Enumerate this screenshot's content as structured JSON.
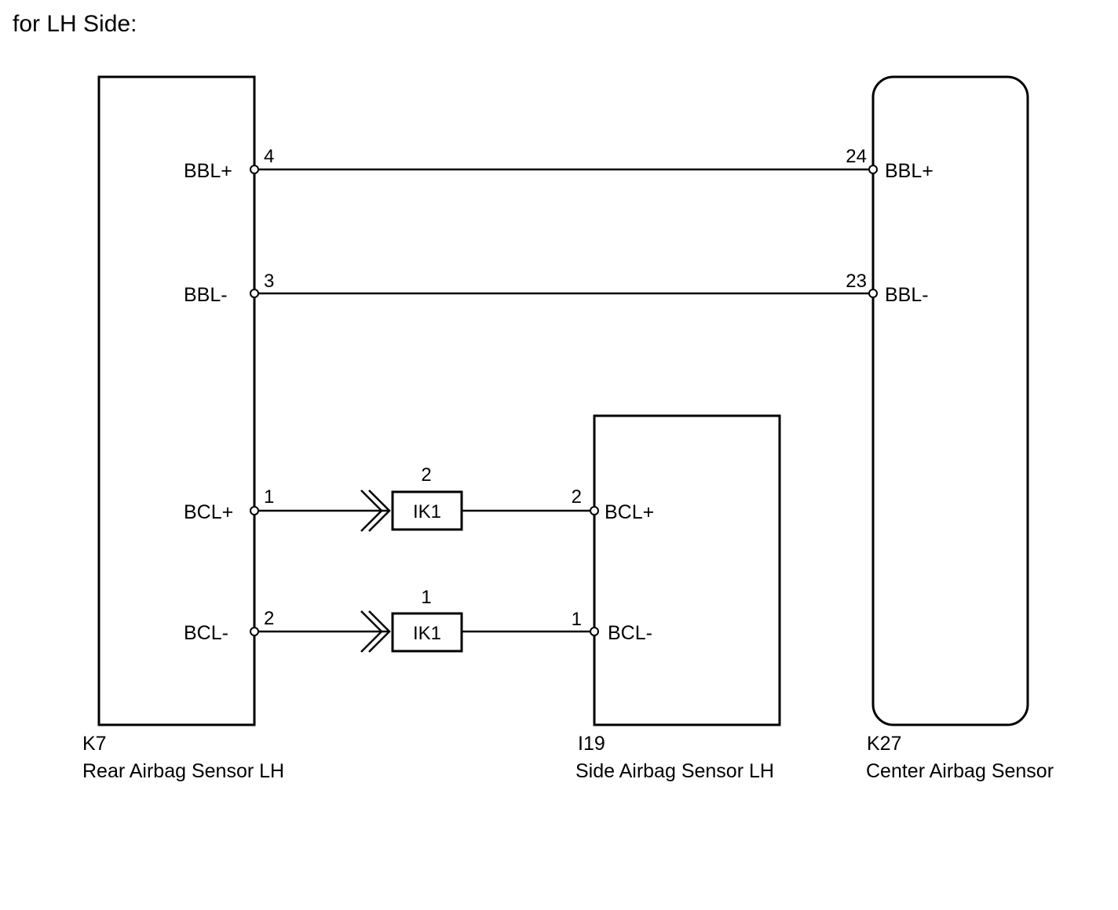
{
  "title": "for LH Side:",
  "components": {
    "k7": {
      "code": "K7",
      "name": "Rear Airbag Sensor LH",
      "pins": {
        "bbl_plus": {
          "label": "BBL+",
          "num": "4"
        },
        "bbl_minus": {
          "label": "BBL-",
          "num": "3"
        },
        "bcl_plus": {
          "label": "BCL+",
          "num": "1"
        },
        "bcl_minus": {
          "label": "BCL-",
          "num": "2"
        }
      }
    },
    "i19": {
      "code": "I19",
      "name": "Side Airbag Sensor LH",
      "pins": {
        "bcl_plus": {
          "label": "BCL+",
          "num": "2"
        },
        "bcl_minus": {
          "label": "BCL-",
          "num": "1"
        }
      }
    },
    "k27": {
      "code": "K27",
      "name": "Center Airbag Sensor",
      "pins": {
        "bbl_plus": {
          "label": "BBL+",
          "num": "24"
        },
        "bbl_minus": {
          "label": "BBL-",
          "num": "23"
        }
      }
    }
  },
  "connectors": {
    "upper": {
      "code": "IK1",
      "pin": "2"
    },
    "lower": {
      "code": "IK1",
      "pin": "1"
    }
  }
}
